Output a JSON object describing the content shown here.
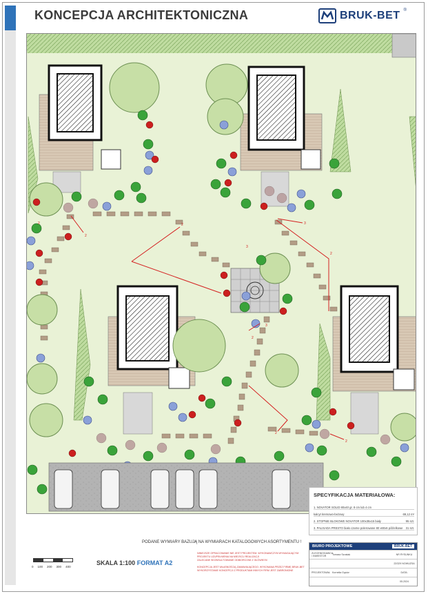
{
  "header": {
    "title": "KONCEPCJA ARCHITEKTONICZNA",
    "brand": "BRUK-BET",
    "registered_mark": "®"
  },
  "plan": {
    "callout_labels": [
      "2",
      "2",
      "3",
      "3",
      "2",
      "2",
      "3",
      "2",
      "2",
      "2"
    ]
  },
  "specification": {
    "title": "SPECYFIKACJA MATERIAŁOWA:",
    "rows": [
      {
        "label": "1. NOVATOR SOLID 80x40 gr. 8 cm lub 4 cm",
        "value": ""
      },
      {
        "label": "kalcyt kremowo-beżowy",
        "value": "69,12 m²"
      },
      {
        "label": "2. STOPNIE BLOKOWE NOVATOR 100x35x15 biały",
        "value": "95 szt."
      },
      {
        "label": "3. PALISADA PRESTO biało czarne polerowane 80 x60x6 pólżelkowe",
        "value": "31 szt."
      }
    ]
  },
  "note": "PODANE WYMIARY BAZUJĄ NA WYMIARACH KATALOGOWYCH ASORTYMENTU !",
  "scale": {
    "numbers": [
      "0",
      "100",
      "200",
      "300",
      "400"
    ],
    "label": "SKALA 1:100",
    "format": "FORMAT A2"
  },
  "legal": {
    "lines": [
      "NINIEJSZE OPRACOWANIE NIE JEST PROJEKTEM. WYKONAWCZYM WYMAGAJĄCYM",
      "PROJEKTU UZUPEŁNIENIA NA MIEJSCU REALIZACJI",
      "ZALECANE SKONSULTOWANIE ODBIORCOWI Z GŁÓWNYM",
      "",
      "KONCEPCJA JEST WŁASNOŚCIĄ ZAMAWIAJĄCEGO. WYKONANA PRZEZ FIRMĘ BRUK-BET",
      "WYKORZYSTANIE KONCEPCJI Z PRODUKTAMI INNYCH FIRM JEST ZABRONIONE"
    ]
  },
  "office": {
    "header": "BIURO PROJEKTOWE",
    "brand": "BRUK-BET",
    "rows": [
      {
        "c1": "ZLECENIODAWCA / INWESTOR",
        "c2": "Tomasz Szostak",
        "c3": "NR RYSUNKU"
      },
      {
        "c1": "",
        "c2": "",
        "c3": "22/329 NOWUZSA"
      },
      {
        "c1": "PROJEKTOWAŁ",
        "c2": "Kornelia Gąsior",
        "c3": "DATA:"
      },
      {
        "c1": "",
        "c2": "",
        "c3": "05.2024"
      }
    ]
  },
  "colors": {
    "accent_blue": "#2f73b9",
    "brand_navy": "#1d3f7a",
    "lawn": "#e9f2d6",
    "paving": "#a9a9a9",
    "measure_red": "#d42020"
  }
}
